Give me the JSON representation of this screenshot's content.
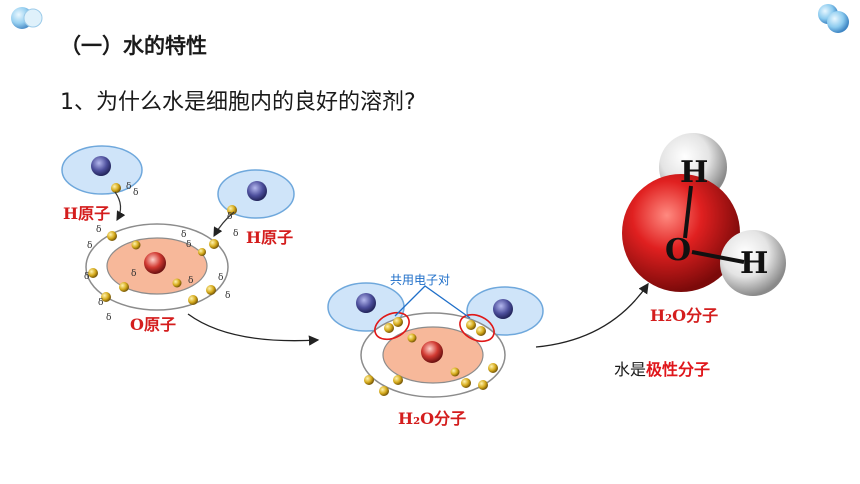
{
  "heading": "（一）水的特性",
  "question": "1、为什么水是细胞内的良好的溶剂?",
  "labels": {
    "h_atom_1": "H原子",
    "h_atom_2": "H原子",
    "o_atom": "O原子",
    "shared_pair": "共用电子对",
    "h2o_molecule": "H₂O分子",
    "h2o_model": "H₂O分子"
  },
  "model_letters": {
    "h_top": "H",
    "o": "O",
    "h_right": "H"
  },
  "caption": {
    "prefix": "水是",
    "highlight": "极性分子"
  },
  "delta_symbol": "δ",
  "colors": {
    "label_red": "#d41d1d",
    "shared_blue": "#1f6fc9",
    "electron_gold": "#c9a21a",
    "nucleus_red": "#c42a2a"
  }
}
